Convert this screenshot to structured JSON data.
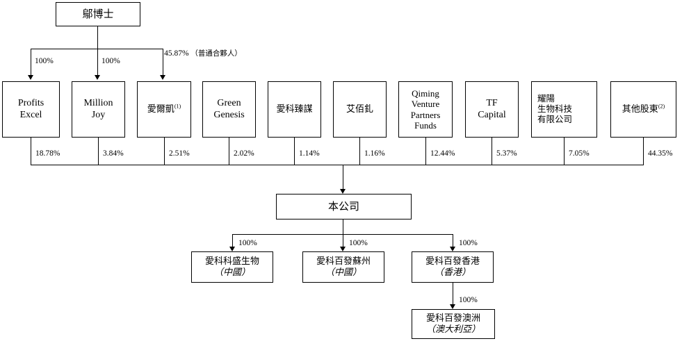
{
  "diagram": {
    "title": "Shareholding and corporate structure chart",
    "type": "org-chart",
    "line_color": "#000000",
    "background_color": "#ffffff"
  },
  "root": {
    "label": "鄔博士"
  },
  "root_links": [
    {
      "target": "Profits Excel",
      "percent": "100%",
      "note": ""
    },
    {
      "target": "Million Joy",
      "percent": "100%",
      "note": ""
    },
    {
      "target": "愛爾凱",
      "percent": "45.87%",
      "note": "（普通合夥人）"
    }
  ],
  "shareholders": [
    {
      "name_line1": "Profits",
      "name_line2": "Excel",
      "name_line3": "",
      "name_line4": "",
      "footnote": "",
      "percent": "18.78%",
      "script": "latin"
    },
    {
      "name_line1": "Million",
      "name_line2": "Joy",
      "name_line3": "",
      "name_line4": "",
      "footnote": "",
      "percent": "3.84%",
      "script": "latin"
    },
    {
      "name_line1": "愛爾凱",
      "name_line2": "",
      "name_line3": "",
      "name_line4": "",
      "footnote": "(1)",
      "percent": "2.51%",
      "script": "cjk"
    },
    {
      "name_line1": "Green",
      "name_line2": "Genesis",
      "name_line3": "",
      "name_line4": "",
      "footnote": "",
      "percent": "2.02%",
      "script": "latin"
    },
    {
      "name_line1": "愛科臻謀",
      "name_line2": "",
      "name_line3": "",
      "name_line4": "",
      "footnote": "",
      "percent": "1.14%",
      "script": "cjk"
    },
    {
      "name_line1": "艾佰釓",
      "name_line2": "",
      "name_line3": "",
      "name_line4": "",
      "footnote": "",
      "percent": "1.16%",
      "script": "cjk"
    },
    {
      "name_line1": "Qiming",
      "name_line2": "Venture",
      "name_line3": "Partners",
      "name_line4": "Funds",
      "footnote": "",
      "percent": "12.44%",
      "script": "latin"
    },
    {
      "name_line1": "TF",
      "name_line2": "Capital",
      "name_line3": "",
      "name_line4": "",
      "footnote": "",
      "percent": "5.37%",
      "script": "latin"
    },
    {
      "name_line1": "耀陽",
      "name_line2": "生物科技",
      "name_line3": "有限公司",
      "name_line4": "",
      "footnote": "",
      "percent": "7.05%",
      "script": "cjk"
    },
    {
      "name_line1": "其他股東",
      "name_line2": "",
      "name_line3": "",
      "name_line4": "",
      "footnote": "(2)",
      "percent": "44.35%",
      "script": "cjk"
    }
  ],
  "company": {
    "label": "本公司"
  },
  "subsidiaries": [
    {
      "name": "愛科科盛生物",
      "jurisdiction": "（中國）",
      "percent": "100%"
    },
    {
      "name": "愛科百發蘇州",
      "jurisdiction": "（中國）",
      "percent": "100%"
    },
    {
      "name": "愛科百發香港",
      "jurisdiction": "（香港）",
      "percent": "100%"
    }
  ],
  "sub_subsidiary": {
    "name": "愛科百發澳洲",
    "jurisdiction": "（澳大利亞）",
    "percent": "100%",
    "parent": "愛科百發香港"
  }
}
